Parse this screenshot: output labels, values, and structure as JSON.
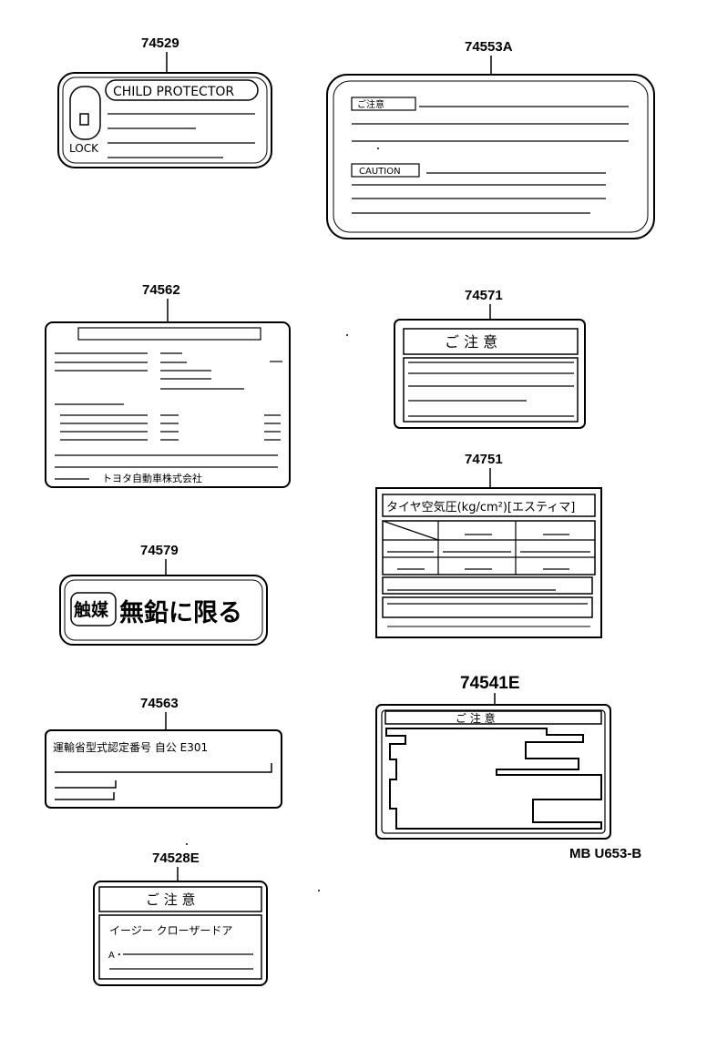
{
  "parts": {
    "p74529": {
      "number": "74529",
      "title": "CHILD PROTECTOR",
      "lock_text": "LOCK"
    },
    "p74553A": {
      "number": "74553A",
      "tag1": "ご注意",
      "tag2": "CAUTION"
    },
    "p74562": {
      "number": "74562",
      "maker": "トヨタ自動車株式会社"
    },
    "p74571": {
      "number": "74571",
      "header": "ご 注 意"
    },
    "p74751": {
      "number": "74751",
      "title": "タイヤ空気圧(kg/cm²)[エスティマ]"
    },
    "p74579": {
      "number": "74579",
      "left": "触媒",
      "right": "無鉛に限る"
    },
    "p74541E": {
      "number": "74541E",
      "header": "ご 注 意"
    },
    "p74563": {
      "number": "74563",
      "text": "運輸省型式認定番号 自公 E301"
    },
    "p74528E": {
      "number": "74528E",
      "header": "ご 注 意",
      "sub": "イージー クローザードア",
      "a_label": "A・"
    }
  },
  "figure_code": "MB U653-B"
}
